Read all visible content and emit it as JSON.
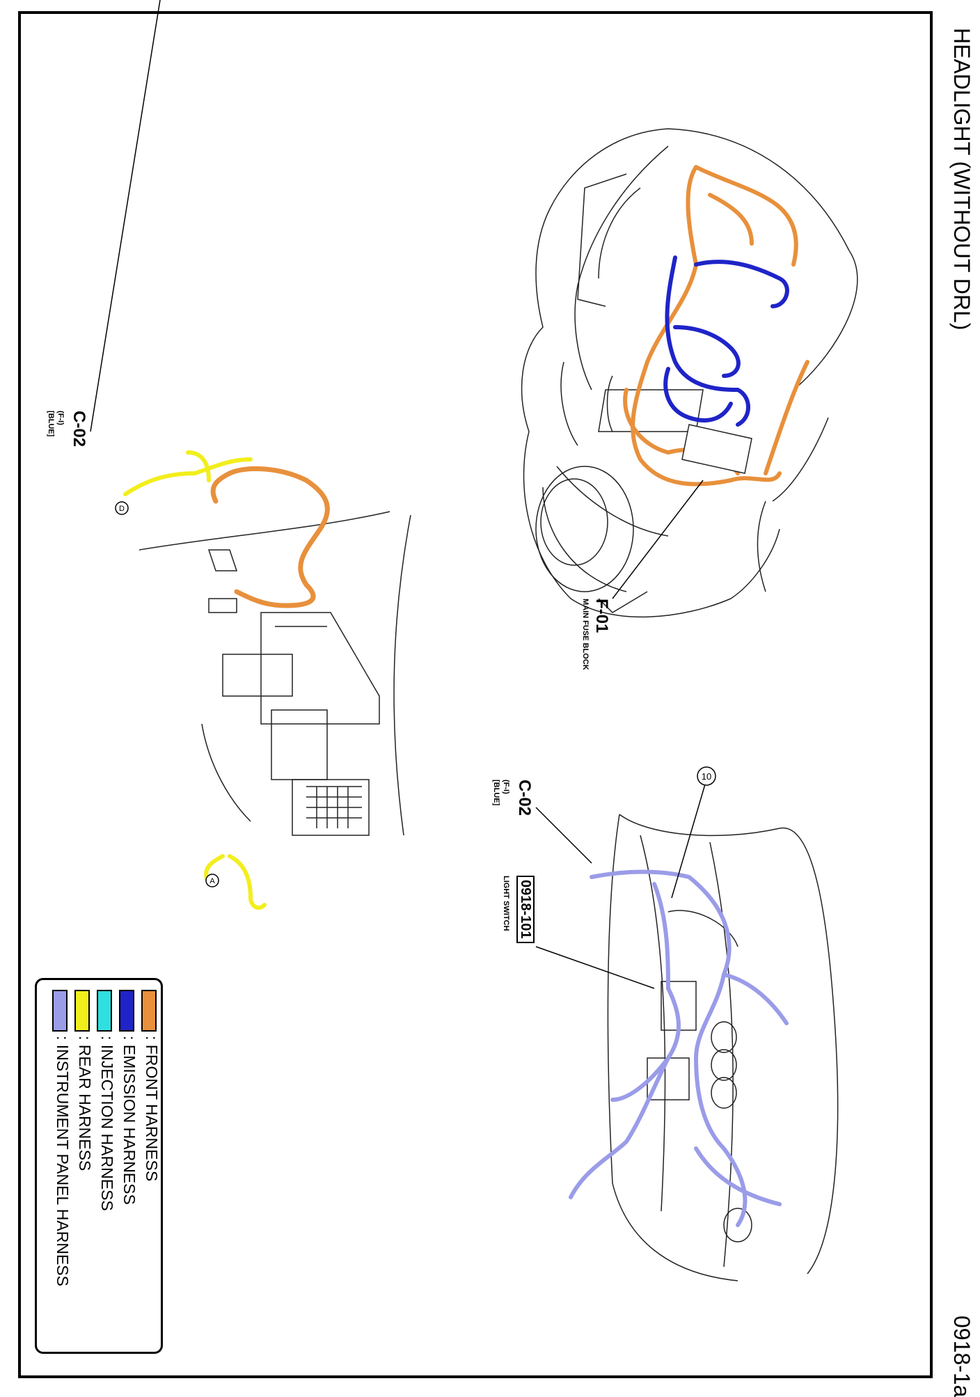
{
  "title": "HEADLIGHT (WITHOUT DRL)",
  "page_number": "0918-1a",
  "labels": {
    "c02_left": {
      "code": "C-02",
      "sub1": "(F-I)",
      "sub2": "[BLUE]"
    },
    "c02_right": {
      "code": "C-02",
      "sub1": "(F-I)",
      "sub2": "[BLUE]"
    },
    "f01": {
      "code": "F-01",
      "name": "MAIN FUSE BLOCK"
    },
    "light_switch": {
      "code": "0918-101",
      "name": "LIGHT SWITCH"
    },
    "marker_a": "A",
    "marker_d": "D",
    "marker_10": "10"
  },
  "legend": [
    {
      "label": ": FRONT HARNESS",
      "color": "#e8903c"
    },
    {
      "label": ": EMISSION HARNESS",
      "color": "#1f24c8"
    },
    {
      "label": ": INJECTION HARNESS",
      "color": "#2ee0e0"
    },
    {
      "label": ": REAR HARNESS",
      "color": "#f2ee1c"
    },
    {
      "label": ": INSTRUMENT PANEL HARNESS",
      "color": "#9a9ce8"
    }
  ]
}
